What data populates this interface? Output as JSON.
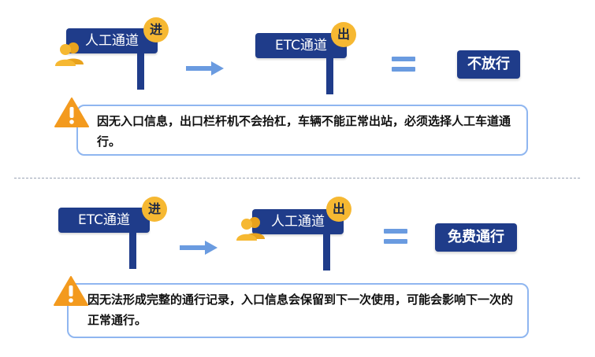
{
  "top": {
    "entry_lane": "人工通道",
    "entry_badge": "进",
    "exit_lane": "ETC通道",
    "exit_badge": "出",
    "result": "不放行",
    "note": "因无入口信息，出口栏杆机不会抬杠，车辆不能正常出站，必须选择人工车道通行。"
  },
  "bottom": {
    "entry_lane": "ETC通道",
    "entry_badge": "进",
    "exit_lane": "人工通道",
    "exit_badge": "出",
    "result": "免费通行",
    "note": "因无法形成完整的通行记录，入口信息会保留到下一次使用，可能会影响下一次的正常通行。"
  },
  "colors": {
    "sign_blue": "#1f3c8a",
    "badge_yellow": "#f6b832",
    "arrow_blue": "#6a9be0",
    "warning_orange": "#f39a1e",
    "note_border": "#8fb6f0"
  }
}
